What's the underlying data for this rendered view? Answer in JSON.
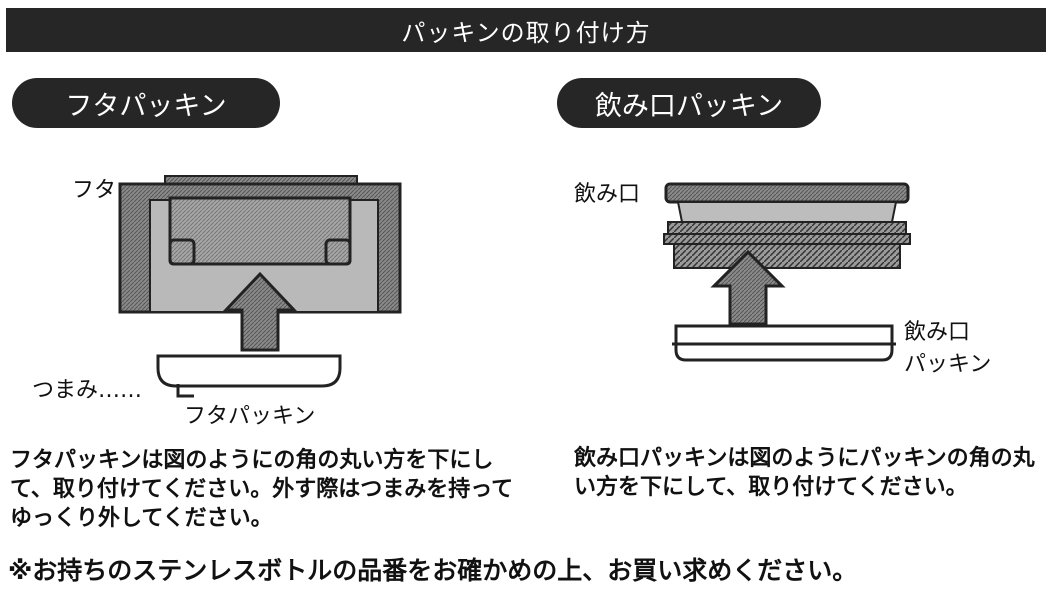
{
  "header": {
    "title": "パッキンの取り付け方"
  },
  "left_section": {
    "pill_label": "フタパッキン",
    "label_futa": "フタ",
    "label_tsumami": "つまみ……",
    "label_futa_packing": "フタパッキン",
    "description": "フタパッキンは図のようにの角の丸い方を下にして、取り付けてください。外す際はつまみを持ってゆっくり外してください。"
  },
  "right_section": {
    "pill_label": "飲み口パッキン",
    "label_nomikuchi": "飲み口",
    "label_nomikuchi_packing_1": "飲み口",
    "label_nomikuchi_packing_2": "パッキン",
    "description": "飲み口パッキンは図のようにパッキンの角の丸い方を下にして、取り付けてください。"
  },
  "footer": {
    "note": "※お持ちのステンレスボトルの品番をお確かめの上、お買い求めください。"
  }
}
